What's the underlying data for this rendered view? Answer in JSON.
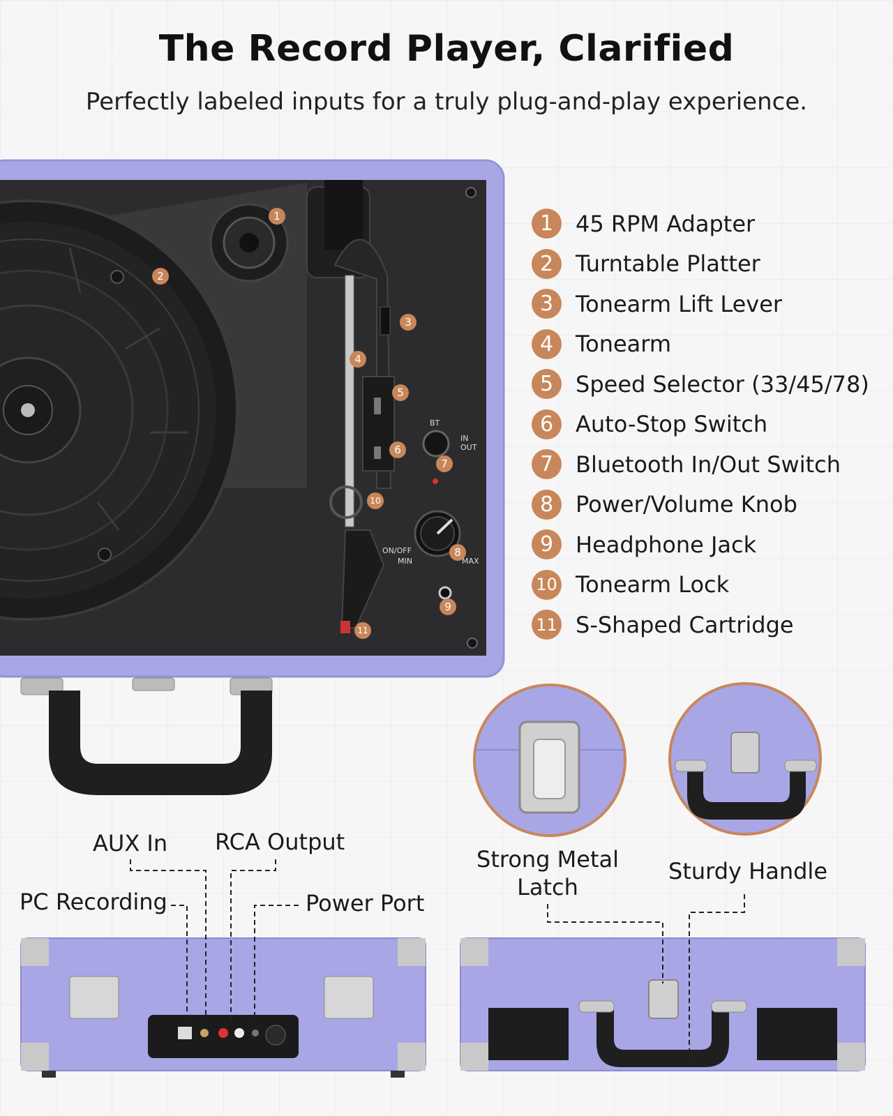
{
  "header": {
    "title": "The Record Player, Clarified",
    "subtitle": "Perfectly labeled inputs for a truly plug-and-play experience."
  },
  "legend": [
    {
      "num": "1",
      "label": "45 RPM Adapter"
    },
    {
      "num": "2",
      "label": "Turntable Platter"
    },
    {
      "num": "3",
      "label": "Tonearm Lift Lever"
    },
    {
      "num": "4",
      "label": "Tonearm"
    },
    {
      "num": "5",
      "label": "Speed Selector (33/45/78)"
    },
    {
      "num": "6",
      "label": "Auto-Stop Switch"
    },
    {
      "num": "7",
      "label": "Bluetooth In/Out Switch"
    },
    {
      "num": "8",
      "label": "Power/Volume Knob"
    },
    {
      "num": "9",
      "label": "Headphone Jack"
    },
    {
      "num": "10",
      "label": "Tonearm Lock"
    },
    {
      "num": "11",
      "label": "S-Shaped Cartridge"
    }
  ],
  "panel_labels": {
    "bt": "BT",
    "in": "IN",
    "out": "OUT",
    "on_off": "ON/OFF",
    "min": "MIN",
    "max": "MAX"
  },
  "callouts": {
    "aux_in": "AUX In",
    "rca_output": "RCA Output",
    "pc_recording": "PC Recording",
    "power_port": "Power Port",
    "latch_line1": "Strong Metal",
    "latch_line2": "Latch",
    "sturdy_handle": "Sturdy Handle"
  },
  "colors": {
    "case_lavender": "#a9a6e6",
    "badge_copper": "#c8875a",
    "plate_black": "#2a2a2c"
  }
}
